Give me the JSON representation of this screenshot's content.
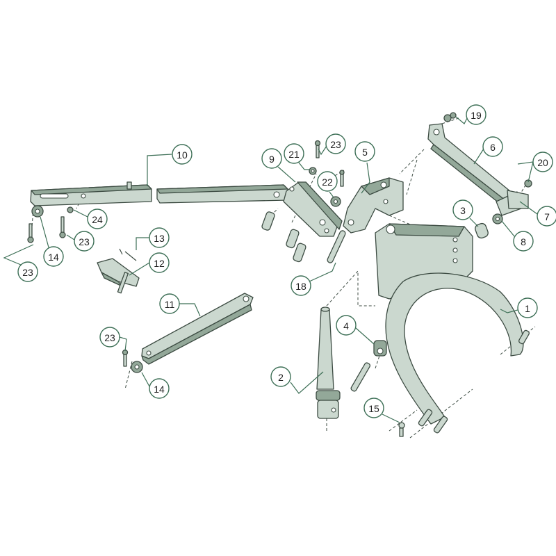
{
  "diagram": {
    "colors": {
      "part": "#cbd8cf",
      "part_shadow": "#93a899",
      "outline": "#3c4b42",
      "callout": "#3d6f56"
    },
    "callouts": [
      "10",
      "9",
      "21",
      "23",
      "5",
      "22",
      "19",
      "6",
      "20",
      "7",
      "3",
      "8",
      "24",
      "23",
      "14",
      "23",
      "13",
      "12",
      "18",
      "11",
      "1",
      "4",
      "23",
      "14",
      "2",
      "15"
    ]
  }
}
